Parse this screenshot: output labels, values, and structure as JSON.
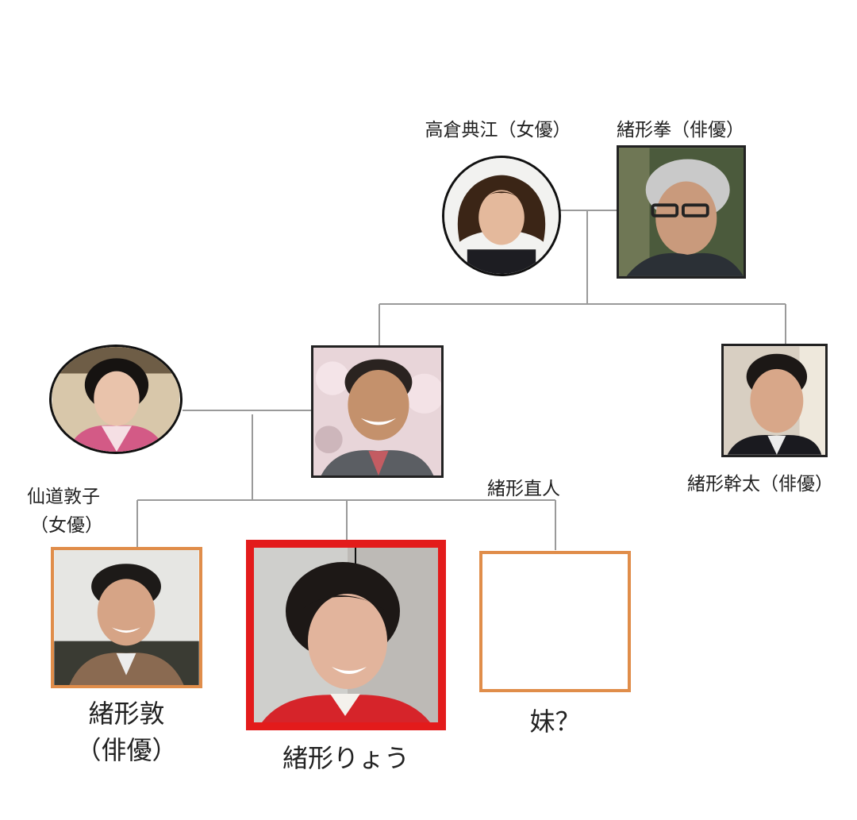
{
  "people": {
    "grandmother": {
      "name": "高倉典江（女優）"
    },
    "grandfather": {
      "name": "緒形拳（俳優）"
    },
    "mother": {
      "name": "仙道敦子",
      "role": "（女優）"
    },
    "father": {
      "name": "緒形直人"
    },
    "uncle": {
      "name": "緒形幹太（俳優）"
    },
    "brother": {
      "name": "緒形敦",
      "role": "（俳優）"
    },
    "subject": {
      "name": "緒形りょう"
    },
    "sister": {
      "name": "妹？"
    }
  },
  "colors": {
    "line": "#9a9a9a",
    "highlight": "#e31b1b",
    "child_frame": "#e08d4a"
  }
}
